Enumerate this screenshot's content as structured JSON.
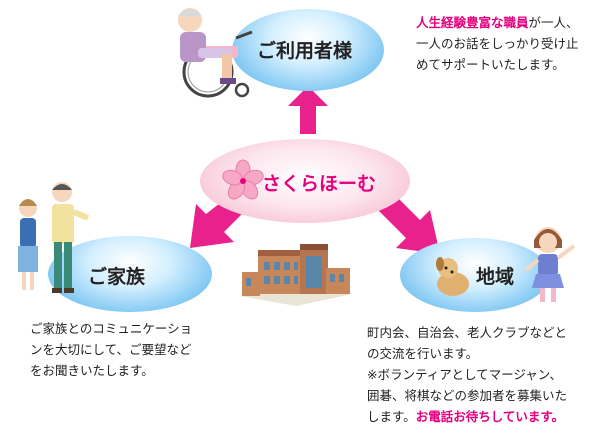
{
  "nodes": {
    "center": "さくらほーむ",
    "top": "ご利用者様",
    "left": "ご家族",
    "right": "地域"
  },
  "texts": {
    "top": {
      "highlight": "人生経験豊富な職員",
      "line1_rest": "が一人、",
      "line2": "一人のお話をしっかり受け止",
      "line3": "めてサポートいたします。"
    },
    "left": {
      "line1": "ご家族とのコミュニケーショ",
      "line2": "ンを大切にして、ご要望など",
      "line3": "をお聞きいたします。"
    },
    "right": {
      "line1": "町内会、自治会、老人クラブなどと",
      "line2": "の交流を行います。",
      "line3": "※ボランティアとしてマージャン、",
      "line4": "囲碁、将棋などの参加者を募集いた",
      "line5_plain": "します。",
      "line5_highlight": "お電話お待ちしています。"
    }
  },
  "colors": {
    "accent_pink": "#e6007e",
    "arrow": "#e8218c",
    "node_blue": "#7fc7f2"
  }
}
